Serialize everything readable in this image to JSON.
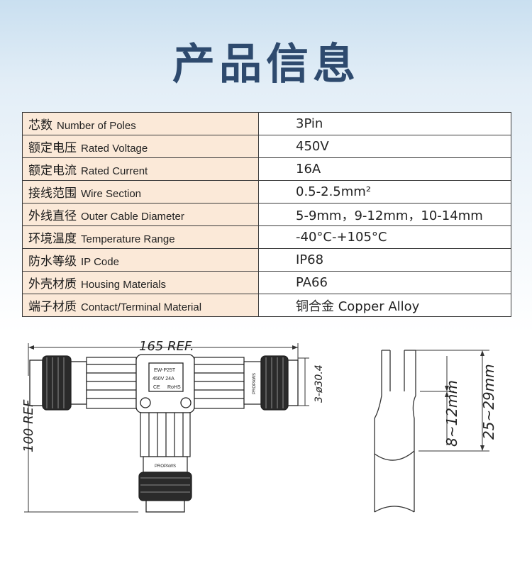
{
  "title": "产品信息",
  "specs": [
    {
      "zh": "芯数",
      "en": "Number of Poles",
      "value": "3Pin"
    },
    {
      "zh": "额定电压",
      "en": "Rated Voltage",
      "value": "450V"
    },
    {
      "zh": "额定电流",
      "en": "Rated Current",
      "value": "16A"
    },
    {
      "zh": "接线范围",
      "en": "Wire Section",
      "value": "0.5-2.5mm²"
    },
    {
      "zh": "外线直径",
      "en": "Outer Cable Diameter",
      "value": "5-9mm，9-12mm，10-14mm"
    },
    {
      "zh": "环境温度",
      "en": "Temperature Range",
      "value": "-40°C-+105°C"
    },
    {
      "zh": "防水等级",
      "en": "IP Code",
      "value": "IP68"
    },
    {
      "zh": "外壳材质",
      "en": "Housing Materials",
      "value": "PA66"
    },
    {
      "zh": "端子材质",
      "en": "Contact/Terminal Material",
      "value": "铜合金  Copper  Alloy"
    }
  ],
  "drawing": {
    "width_dim": "165 REF.",
    "height_dim": "100 REF.",
    "hole_dim": "3-ø30.4",
    "label_model": "EW-P25T",
    "label_rating": "450V  24A",
    "label_ce": "CE",
    "label_rohs": "RoHS",
    "side_mark": "PROPAWS",
    "wire_dim_small": "8~12mm",
    "wire_dim_large": "25~29mm"
  },
  "colors": {
    "title": "#2e4a6e",
    "label_bg": "#fbe9d8",
    "border": "#3a3a3a"
  }
}
